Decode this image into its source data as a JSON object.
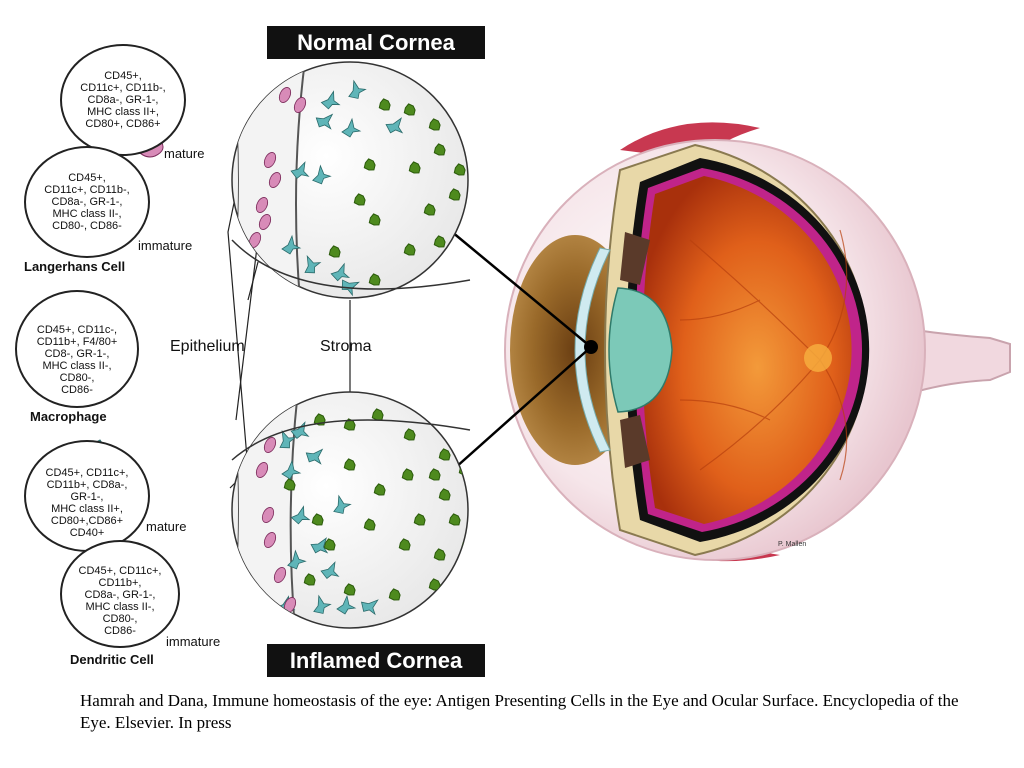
{
  "titles": {
    "normal": "Normal Cornea",
    "inflamed": "Inflamed Cornea"
  },
  "regions": {
    "epithelium": "Epithelium",
    "stroma": "Stroma"
  },
  "langerhans": {
    "name": "Langerhans Cell",
    "mature": {
      "state": "mature",
      "markers": [
        "CD45+,",
        "CD11c+, CD11b-,",
        "CD8a-, GR-1-,",
        "MHC class II+,",
        "CD80+, CD86+"
      ]
    },
    "immature": {
      "state": "immature",
      "markers": [
        "CD45+,",
        "CD11c+, CD11b-,",
        "CD8a-, GR-1-,",
        "MHC class II-,",
        "CD80-, CD86-"
      ]
    }
  },
  "macrophage": {
    "name": "Macrophage",
    "markers": [
      "CD45+, CD11c-,",
      "CD11b+, F4/80+",
      "CD8-, GR-1-,",
      "MHC class II-,",
      "CD80-,",
      "CD86-"
    ]
  },
  "dendritic": {
    "name": "Dendritic Cell",
    "mature": {
      "state": "mature",
      "markers": [
        "CD45+, CD11c+,",
        "CD11b+, CD8a-,",
        "GR-1-,",
        "MHC class II+,",
        "CD80+,CD86+",
        "CD40+"
      ]
    },
    "immature": {
      "state": "immature",
      "markers": [
        "CD45+, CD11c+,",
        "CD11b+,",
        "CD8a-, GR-1-,",
        "MHC class II-,",
        "CD80-,",
        "CD86-"
      ]
    }
  },
  "artist_signature": "P. Mallen",
  "citation": "Hamrah and Dana, Immune homeostasis of the eye: Antigen Presenting Cells in the Eye and Ocular Surface. Encyclopedia of the Eye. Elsevier. In press",
  "colors": {
    "macrophage_green": "#4e8a1e",
    "dendritic_teal": "#5fb5b8",
    "langerhans_pink": "#d88bb8",
    "retina_orange": "#e0601a",
    "iris_brown": "#8a5a1e",
    "sclera": "#f4dde2"
  }
}
